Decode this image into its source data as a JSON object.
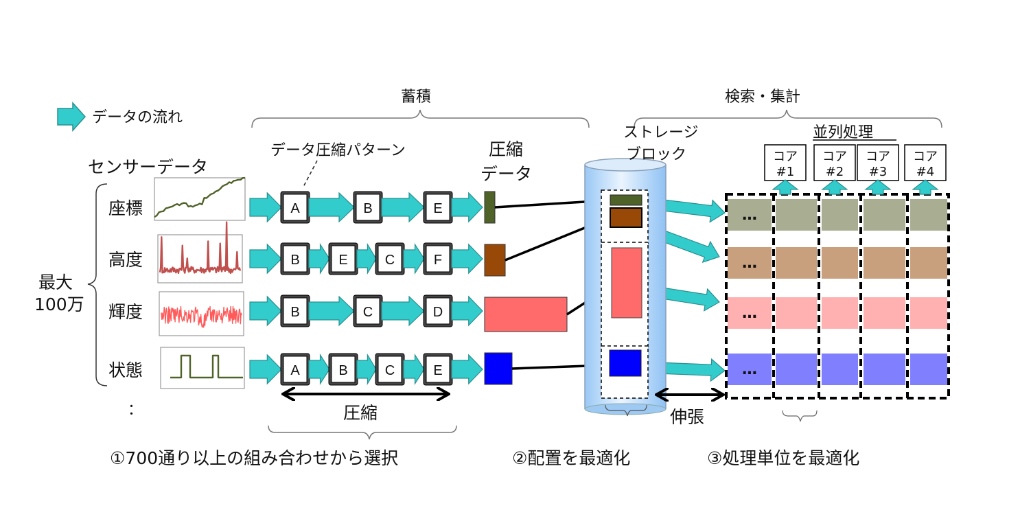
{
  "legend": {
    "icon": "flow-arrow-icon",
    "label": "データの流れ"
  },
  "section_labels": {
    "accumulate": "蓄積",
    "search_aggregate": "検索・集計"
  },
  "sensor": {
    "title": "センサーデータ",
    "count_label_line1": "最大",
    "count_label_line2": "100万",
    "ellipsis": "：",
    "rows": [
      {
        "name": "座標",
        "signal": "rising-line",
        "color": "#4f6228",
        "patterns": [
          "A",
          "B",
          "E"
        ],
        "compressed_color": "#4f6228",
        "grid_color": "#a9ae93"
      },
      {
        "name": "高度",
        "signal": "spiky-noise",
        "color": "#c0504d",
        "patterns": [
          "B",
          "E",
          "C",
          "F"
        ],
        "compressed_color": "#984807",
        "grid_color": "#c9a07e"
      },
      {
        "name": "輝度",
        "signal": "dense-noise",
        "color": "#ff5b5b",
        "patterns": [
          "B",
          "C",
          "D"
        ],
        "compressed_color": "#ff6b6b",
        "grid_color": "#ffb1b1"
      },
      {
        "name": "状態",
        "signal": "square-pulse",
        "color": "#4f6228",
        "patterns": [
          "A",
          "B",
          "C",
          "E"
        ],
        "compressed_color": "#0000ff",
        "grid_color": "#8080ff"
      }
    ]
  },
  "compression": {
    "pattern_label": "データ圧縮パターン",
    "compressed_label_line1": "圧縮",
    "compressed_label_line2": "データ",
    "range_label": "圧縮"
  },
  "storage": {
    "label_line1": "ストレージ",
    "label_line2": "ブロック",
    "expand_label": "伸張"
  },
  "parallel": {
    "title": "並列処理",
    "cores": [
      "コア\n#1",
      "コア\n#2",
      "コア\n#3",
      "コア\n#4"
    ],
    "core_labels_top": [
      "コア",
      "コア",
      "コア",
      "コア"
    ],
    "core_labels_bottom": [
      "#1",
      "#2",
      "#3",
      "#4"
    ],
    "cell_ellipsis": "…"
  },
  "footer": {
    "step1": "①700通り以上の組み合わせから選択",
    "step2": "②配置を最適化",
    "step3": "③処理単位を最適化"
  },
  "colors": {
    "flow_arrow": "#33cccc",
    "flow_arrow_stroke": "#2a8f8f",
    "cylinder_light": "#e8f3ff",
    "cylinder_dark": "#99c8f5"
  }
}
